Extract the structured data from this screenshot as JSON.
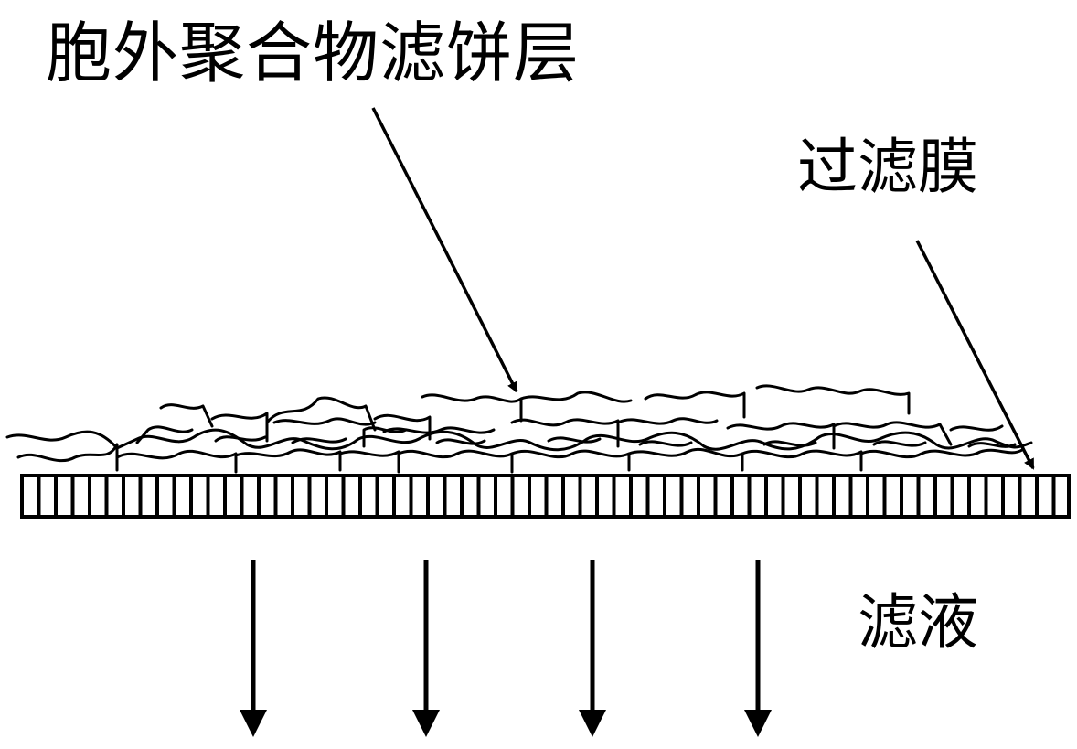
{
  "labels": {
    "cake_layer": "胞外聚合物滤饼层",
    "membrane": "过滤膜",
    "filtrate": "滤液"
  },
  "colors": {
    "ink": "#000000",
    "background": "#ffffff"
  }
}
